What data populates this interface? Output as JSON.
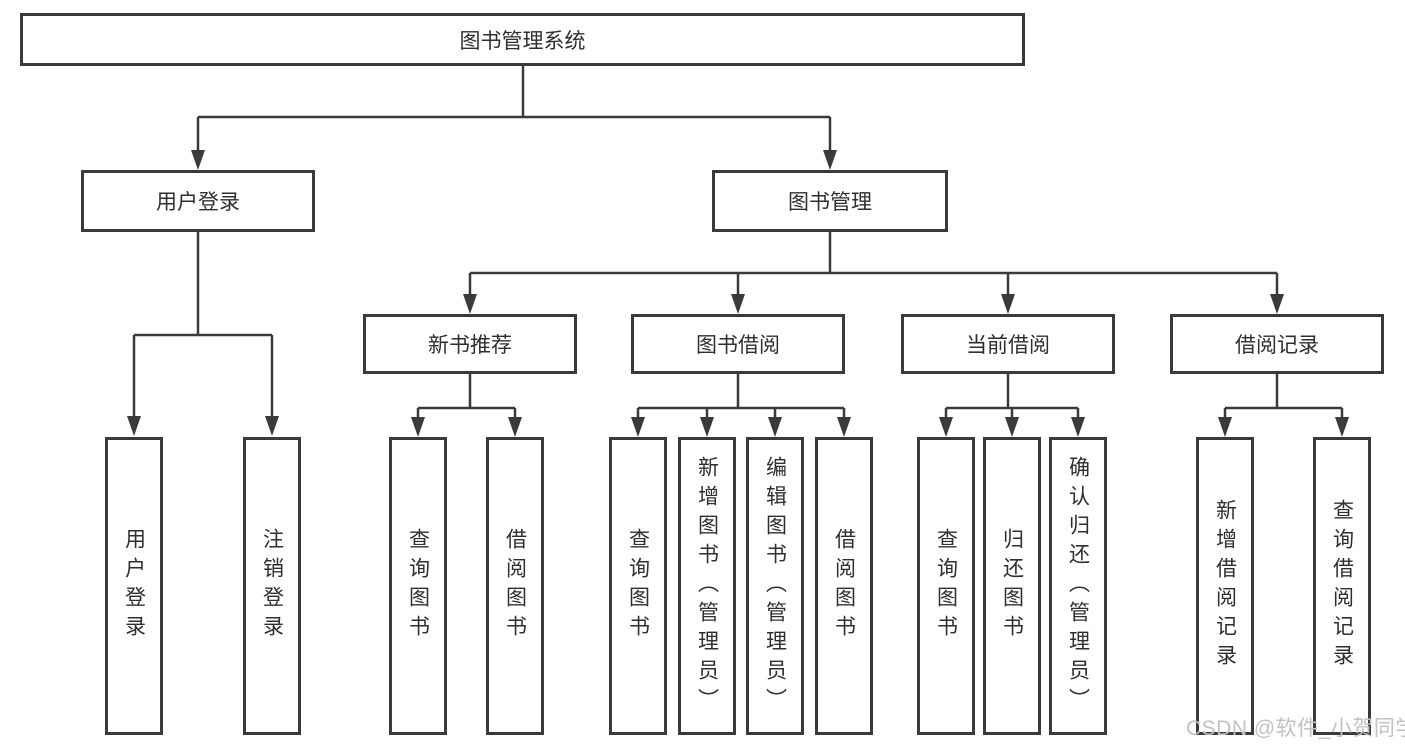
{
  "tree": {
    "root": "图书管理系统",
    "login": {
      "label": "用户登录",
      "children": [
        "用户登录",
        "注销登录"
      ]
    },
    "manage": {
      "label": "图书管理",
      "groups": [
        {
          "label": "新书推荐",
          "children": [
            "查询图书",
            "借阅图书"
          ]
        },
        {
          "label": "图书借阅",
          "children": [
            "查询图书",
            "新增图书（管理员）",
            "编辑图书（管理员）",
            "借阅图书"
          ]
        },
        {
          "label": "当前借阅",
          "children": [
            "查询图书",
            "归还图书",
            "确认归还（管理员）"
          ]
        },
        {
          "label": "借阅记录",
          "children": [
            "新增借阅记录",
            "查询借阅记录"
          ]
        }
      ]
    }
  },
  "watermark": {
    "text": "CSDN @软件_小贺同学"
  },
  "colors": {
    "line": "#3a3a3a",
    "text": "#2f2f2f",
    "box_background": "#ffffff",
    "watermark": "#c2c2c2"
  }
}
